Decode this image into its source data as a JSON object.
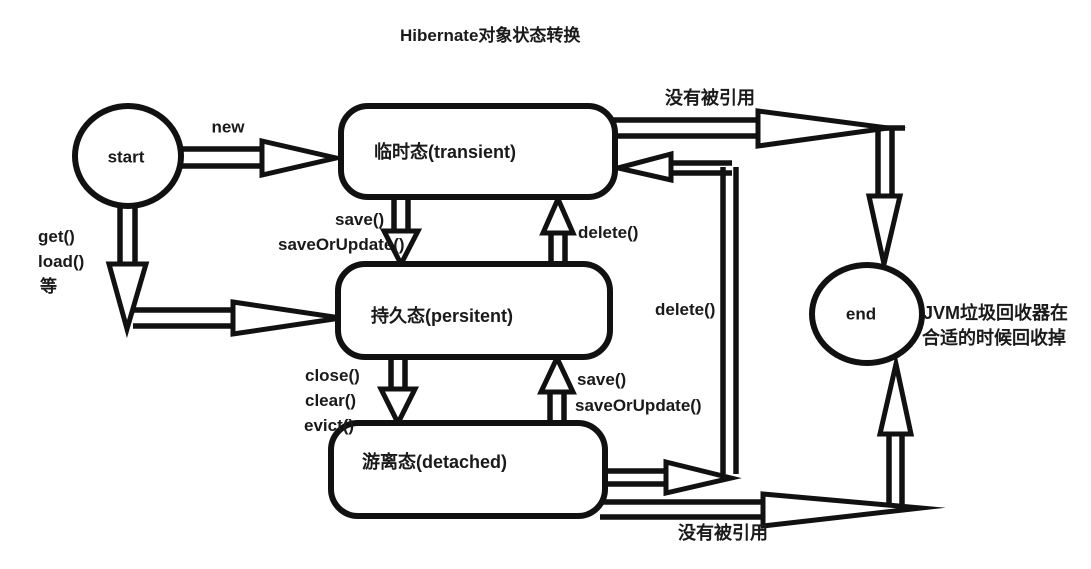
{
  "title": "Hibernate对象状态转换",
  "nodes": {
    "start": "start",
    "end": "end",
    "transient": "临时态(transient)",
    "persistent": "持久态(persitent)",
    "detached": "游离态(detached)"
  },
  "labels": {
    "new": "new",
    "get": "get()",
    "load": "load()",
    "etc": "等",
    "save_down": "save()",
    "save_or_update_down": "saveOrUpdate()",
    "delete_up": "delete()",
    "close": "close()",
    "clear": "clear()",
    "evict": "evict()",
    "save_up": "save()",
    "save_or_update_up": "saveOrUpdate()",
    "delete_detached": "delete()",
    "not_referenced_top": "没有被引用",
    "not_referenced_bottom": "没有被引用",
    "jvm_note_line1": "JVM垃圾回收器在",
    "jvm_note_line2": "合适的时候回收掉"
  },
  "colors": {
    "line": "#111111",
    "text": "#1a1a1a",
    "background": "#ffffff"
  }
}
